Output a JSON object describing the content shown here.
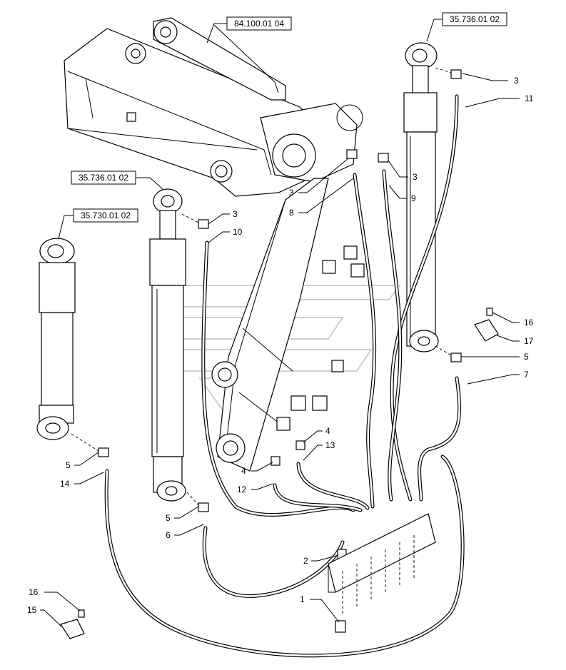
{
  "references": [
    {
      "id": "ref-84-100-01-04",
      "text": "84.100.01 04"
    },
    {
      "id": "ref-35-736-01-02-top",
      "text": "35.736.01 02"
    },
    {
      "id": "ref-35-736-01-02-mid",
      "text": "35.736.01 02"
    },
    {
      "id": "ref-35-730-01-02",
      "text": "35.730.01 02"
    }
  ],
  "callouts": [
    {
      "id": "c-3-a",
      "text": "3"
    },
    {
      "id": "c-11",
      "text": "11"
    },
    {
      "id": "c-3-b",
      "text": "3"
    },
    {
      "id": "c-9",
      "text": "9"
    },
    {
      "id": "c-3-c",
      "text": "3"
    },
    {
      "id": "c-8",
      "text": "8"
    },
    {
      "id": "c-3-d",
      "text": "3"
    },
    {
      "id": "c-10",
      "text": "10"
    },
    {
      "id": "c-16-a",
      "text": "16"
    },
    {
      "id": "c-17",
      "text": "17"
    },
    {
      "id": "c-5-a",
      "text": "5"
    },
    {
      "id": "c-7",
      "text": "7"
    },
    {
      "id": "c-4-a",
      "text": "4"
    },
    {
      "id": "c-13",
      "text": "13"
    },
    {
      "id": "c-4-b",
      "text": "4"
    },
    {
      "id": "c-12",
      "text": "12"
    },
    {
      "id": "c-5-b",
      "text": "5"
    },
    {
      "id": "c-14",
      "text": "14"
    },
    {
      "id": "c-5-c",
      "text": "5"
    },
    {
      "id": "c-6",
      "text": "6"
    },
    {
      "id": "c-2",
      "text": "2"
    },
    {
      "id": "c-1",
      "text": "1"
    },
    {
      "id": "c-16-b",
      "text": "16"
    },
    {
      "id": "c-15",
      "text": "15"
    }
  ]
}
